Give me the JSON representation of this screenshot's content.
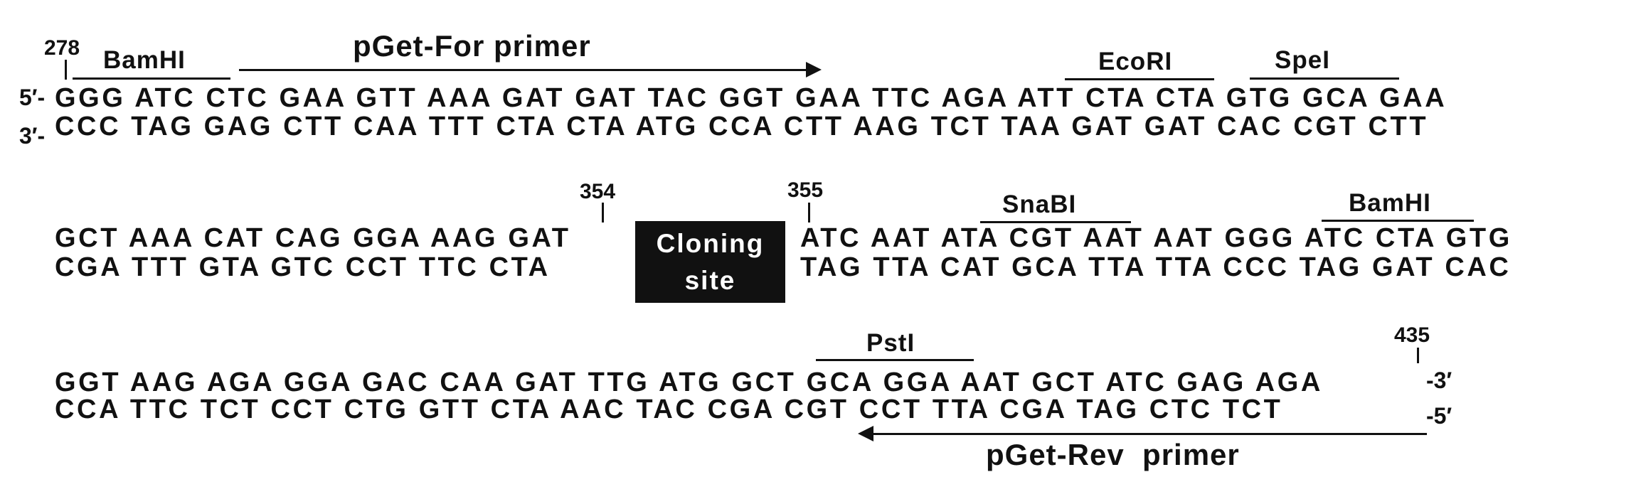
{
  "block1": {
    "top_strand": "GGG ATC CTC GAA GTT AAA GAT GAT TAC GGT GAA TTC AGA ATT CTA CTA GTG GCA GAA",
    "bottom_strand": "CCC TAG GAG CTT CAA TTT CTA CTA ATG CCA CTT AAG TCT TAA GAT GAT CAC CGT CTT",
    "label_5prime": "5′-",
    "label_3prime": "3′-",
    "position_label": "278",
    "sites": [
      "BamHI",
      "EcoRI",
      "SpeI"
    ],
    "primer": "pGet-For primer"
  },
  "block2": {
    "top_left": "GCT AAA CAT CAG GGA AAG GAT",
    "bottom_left": "CGA TTT GTA GTC CCT TTC CTA",
    "top_right": "ATC AAT ATA CGT AAT AAT GGG ATC CTA GTG",
    "bottom_right": "TAG TTA CAT GCA TTA TTA CCC TAG GAT CAC",
    "position_left": "354",
    "position_right": "355",
    "cloning_line1": "Cloning",
    "cloning_line2": "site",
    "sites": [
      "SnaBI",
      "BamHI"
    ]
  },
  "block3": {
    "top_strand": "GGT AAG AGA GGA GAC CAA GAT TTG ATG GCT GCA GGA AAT GCT ATC GAG AGA",
    "bottom_strand": "CCA TTC TCT CCT CTG GTT CTA AAC TAC CGA CGT CCT TTA CGA TAG CTC TCT",
    "label_3prime": "-3′",
    "label_5prime": "-5′",
    "position_label": "435",
    "site": "PstI",
    "primer": "pGet-Rev  primer"
  }
}
